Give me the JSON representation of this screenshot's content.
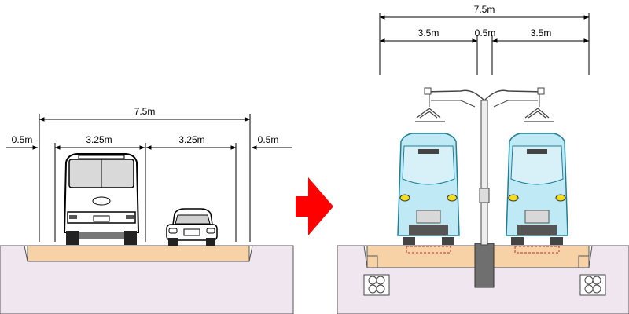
{
  "road": {
    "total_width": "7.5m",
    "lane_left": "3.25m",
    "lane_right": "3.25m",
    "shoulder_left": "0.5m",
    "shoulder_right": "0.5m"
  },
  "rail": {
    "total_width": "7.5m",
    "track_left": "3.5m",
    "center_gap": "0.5m",
    "track_right": "3.5m"
  },
  "colors": {
    "ground": "#efe6ef",
    "roadbed": "#f6d2a6",
    "arrow": "#ff0000",
    "train_body": "#bfe9f4",
    "train_front": "#d8f1f8",
    "headlight": "#f2de1e",
    "pole": "#6f6f6f",
    "cable_box": "#e8e0e8"
  },
  "icons": {
    "arrow": "right-arrow-icon",
    "bus": "bus-icon",
    "car": "car-icon",
    "train": "train-icon",
    "pole": "catenary-pole-icon",
    "cable": "cable-conduit-icon"
  }
}
